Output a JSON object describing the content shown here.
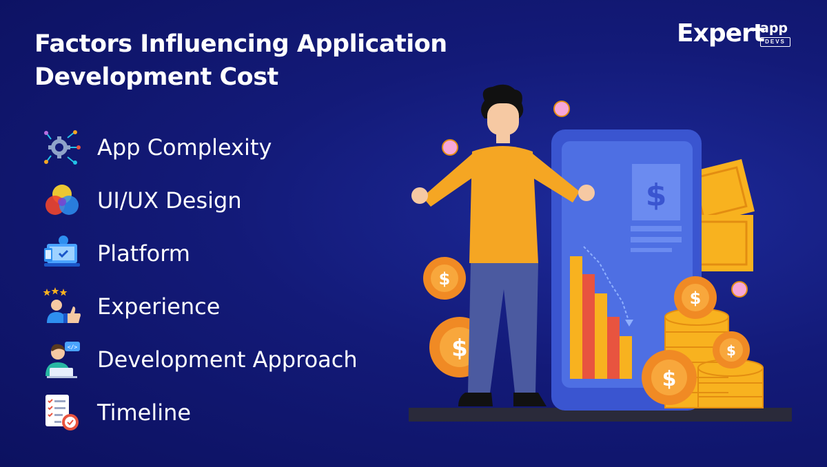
{
  "title": {
    "line1": "Factors Influencing Application",
    "line2": "Development Cost"
  },
  "logo": {
    "main": "Expert",
    "app": "app",
    "devs": "DEVS"
  },
  "factors": [
    {
      "label": "App Complexity",
      "icon": "circuit-gear-icon"
    },
    {
      "label": "UI/UX Design",
      "icon": "color-circles-icon"
    },
    {
      "label": "Platform",
      "icon": "devices-icon"
    },
    {
      "label": "Experience",
      "icon": "thumbs-up-rating-icon"
    },
    {
      "label": "Development Approach",
      "icon": "developer-icon"
    },
    {
      "label": "Timeline",
      "icon": "checklist-clock-icon"
    }
  ],
  "illustration": {
    "currency_symbol": "$"
  },
  "colors": {
    "background": "#131a78",
    "text": "#ffffff",
    "accent_orange": "#f5a623",
    "coin_orange": "#f08a24",
    "phone_blue": "#3d5bd6",
    "bar_red": "#e8543f",
    "bar_yellow": "#f8b21f"
  }
}
